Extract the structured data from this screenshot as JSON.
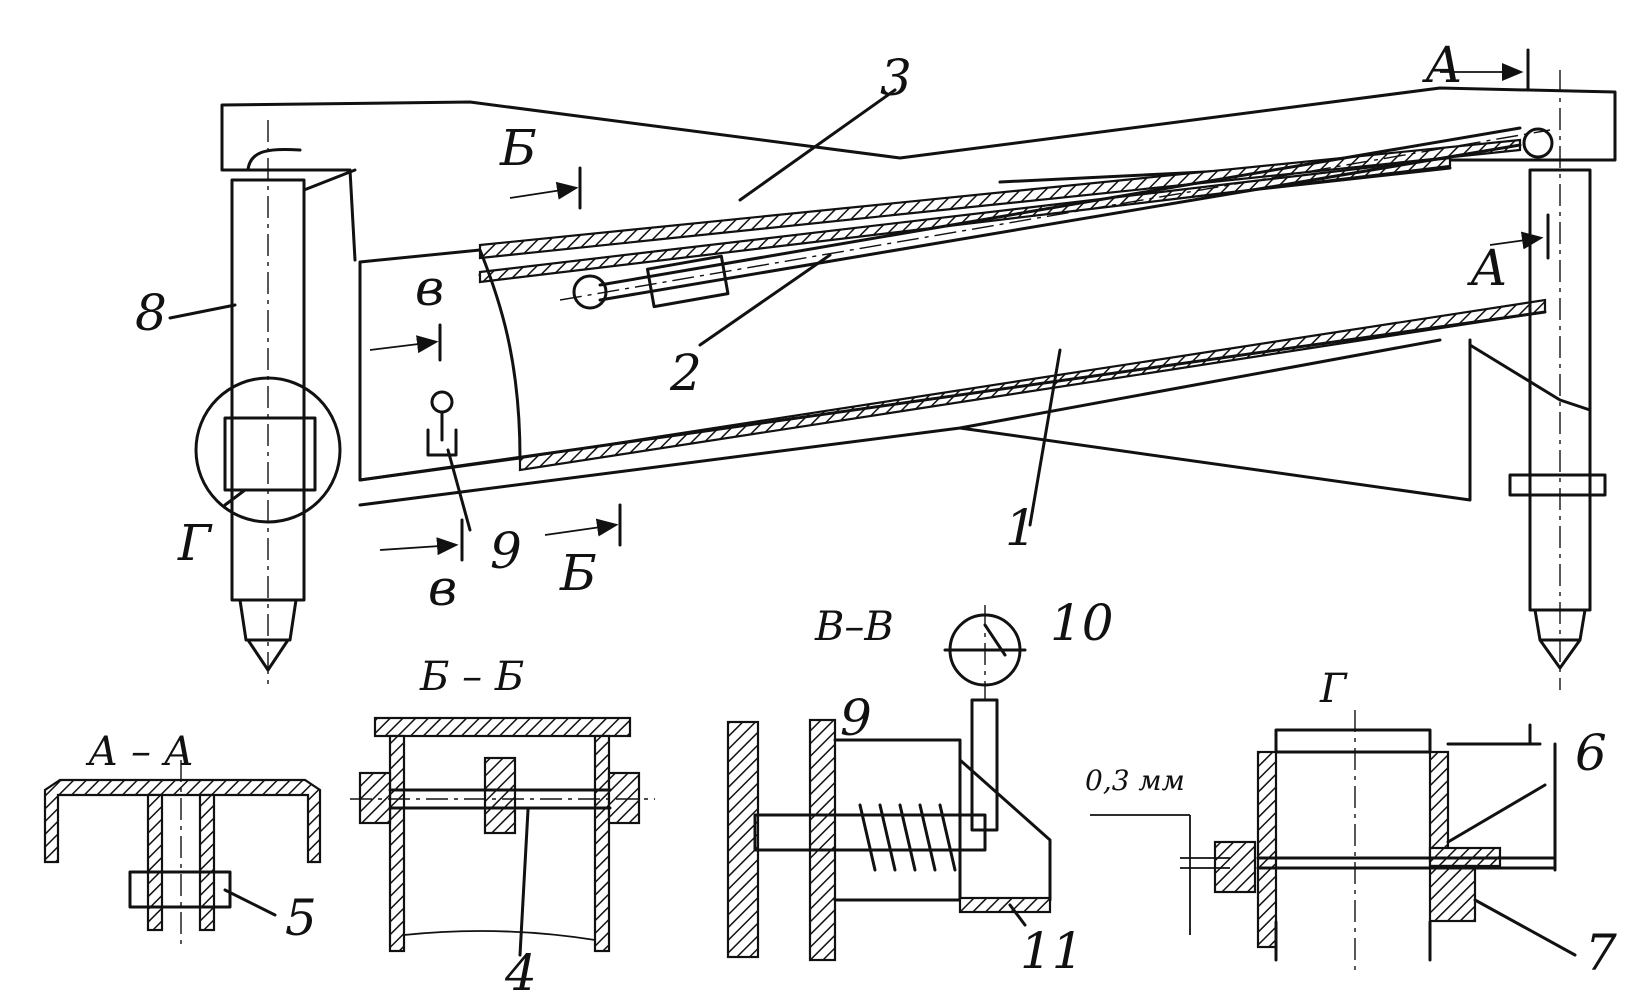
{
  "labels": {
    "n1": "1",
    "n2": "2",
    "n3": "3",
    "n4": "4",
    "n5": "5",
    "n6": "6",
    "n7": "7",
    "n8": "8",
    "n9a": "9",
    "n9b": "9",
    "n10": "10",
    "n11": "11"
  },
  "cuts": {
    "a_top": "А",
    "a_bottom": "А",
    "b_top": "Б",
    "b_bottom": "Б",
    "v_top": "в",
    "v_bottom": "в",
    "g_circle": "Г"
  },
  "sections": {
    "aa": "А – А",
    "bb": "Б – Б",
    "vv": "В–В",
    "g": "Г"
  },
  "dimension": {
    "gap": "0,3 мм"
  }
}
